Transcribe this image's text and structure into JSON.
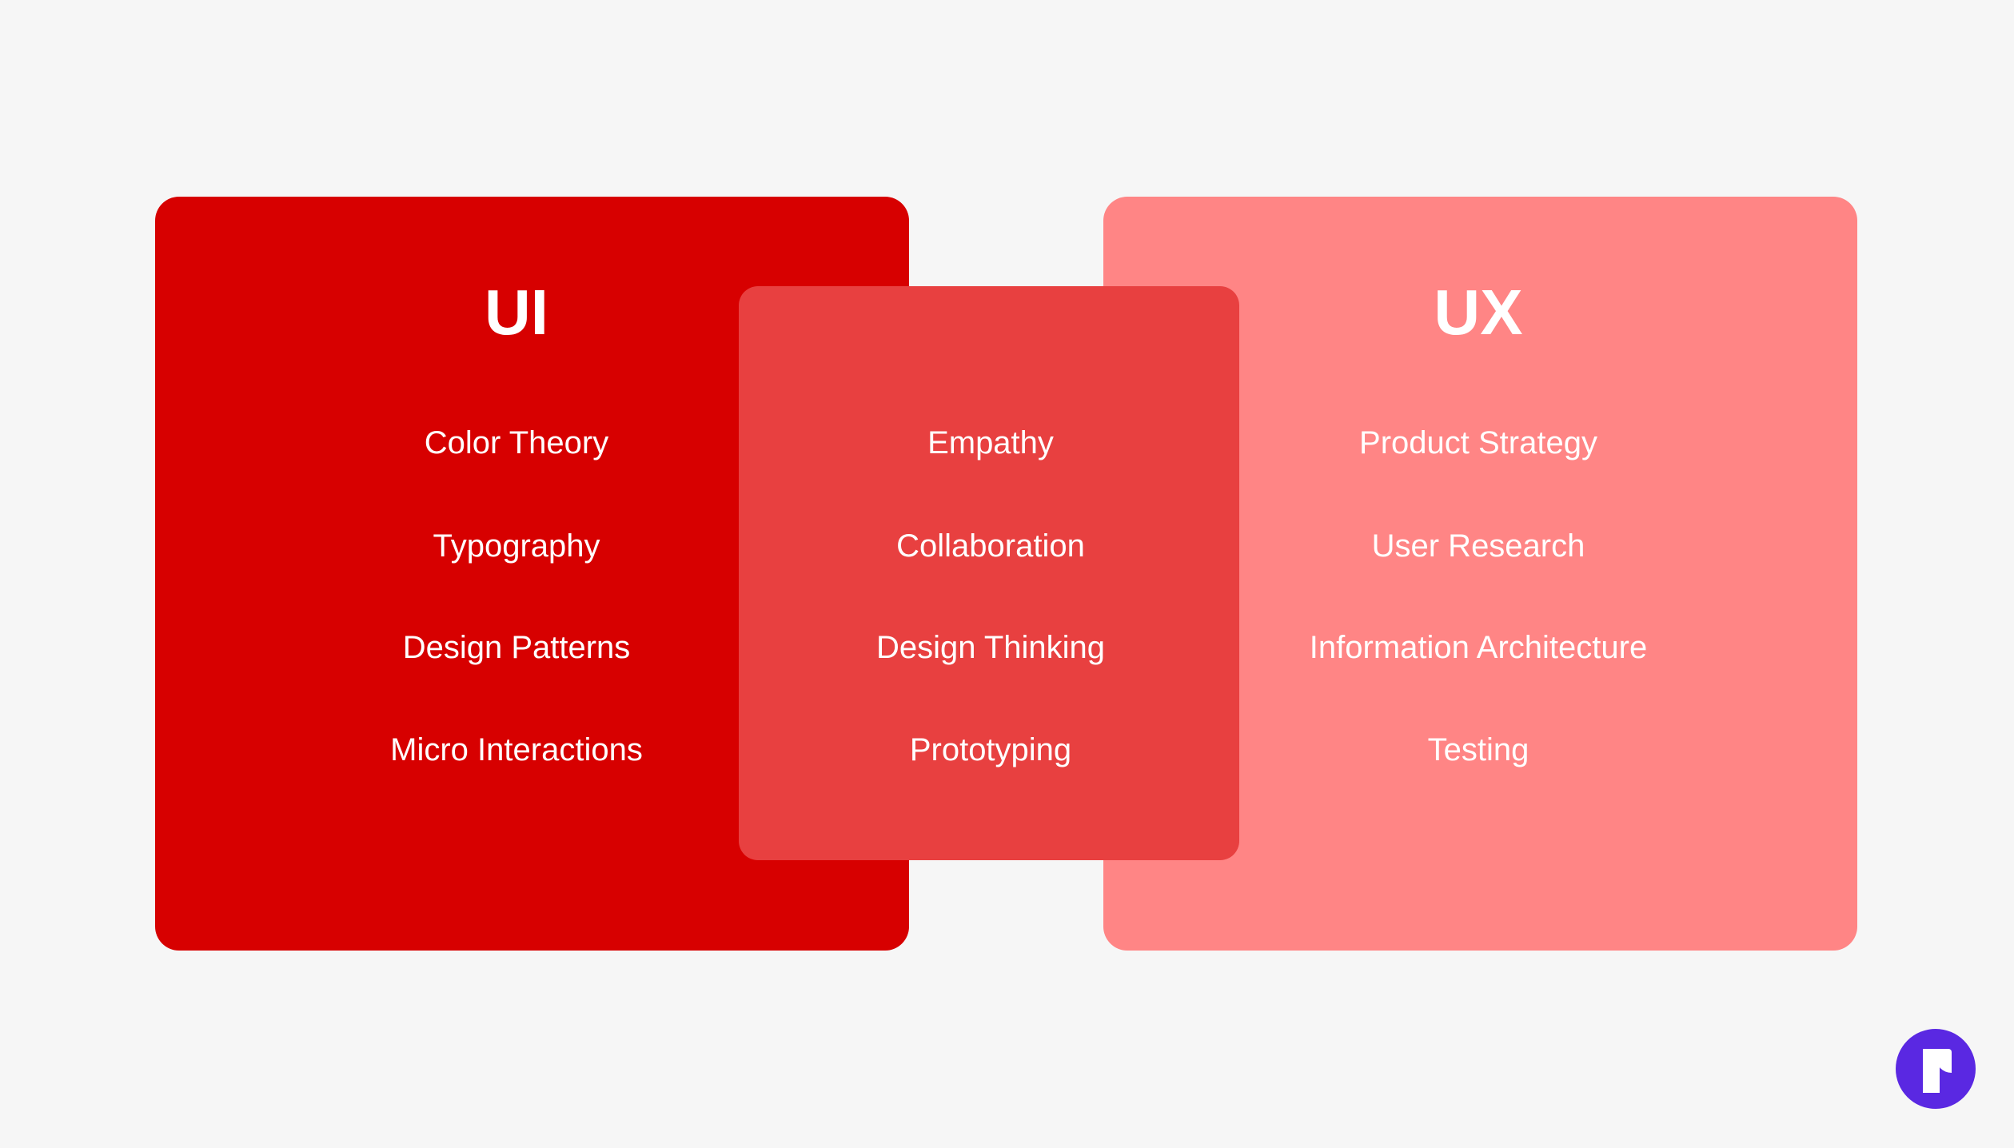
{
  "ui": {
    "title": "UI",
    "items": [
      "Color Theory",
      "Typography",
      "Design Patterns",
      "Micro Interactions"
    ]
  },
  "overlap": {
    "items": [
      "Empathy",
      "Collaboration",
      "Design Thinking",
      "Prototyping"
    ]
  },
  "ux": {
    "title": "UX",
    "items": [
      "Product Strategy",
      "User Research",
      "Information Architecture",
      "Testing"
    ]
  },
  "colors": {
    "ui": "#d70000",
    "overlap": "#e84040",
    "ux": "#ff8585",
    "background": "#f6f6f6",
    "logo": "#5a28e2"
  }
}
